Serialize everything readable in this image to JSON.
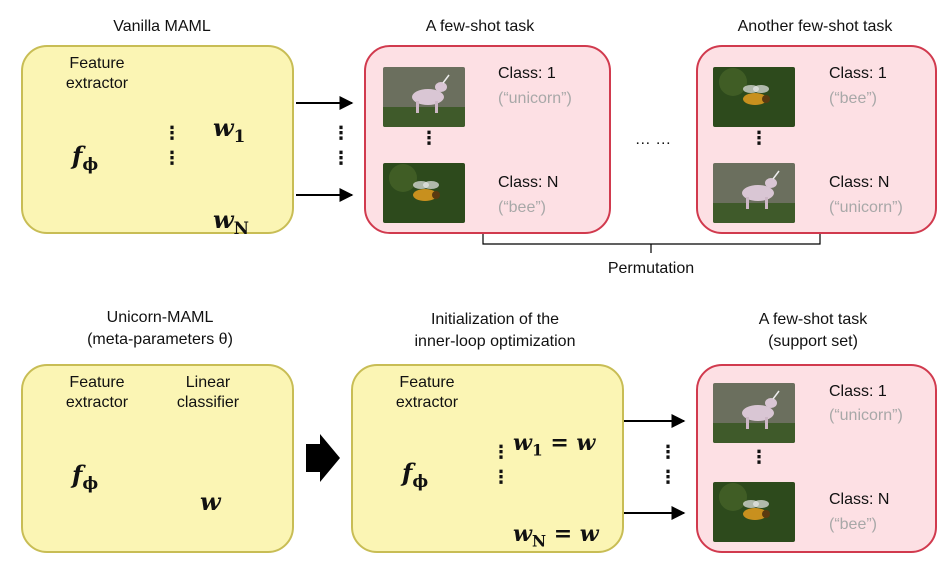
{
  "top": {
    "vanilla_title": "Vanilla MAML",
    "feature_extractor": "Feature extractor",
    "f_symbol": "f",
    "f_sub": "ϕ",
    "w1_symbol": "w",
    "w1_sub": "1",
    "wN_symbol": "w",
    "wN_sub": "N",
    "task1_title": "A few-shot task",
    "task2_title": "Another few-shot task",
    "task1": [
      {
        "class_label": "Class: 1",
        "name": "(“unicorn”)",
        "image": "unicorn-image"
      },
      {
        "class_label": "Class: N",
        "name": "(“bee”)",
        "image": "bee-image"
      }
    ],
    "task2": [
      {
        "class_label": "Class: 1",
        "name": "(“bee”)",
        "image": "bee-image"
      },
      {
        "class_label": "Class: N",
        "name": "(“unicorn”)",
        "image": "unicorn-image"
      }
    ],
    "ellipsis_between": "… …",
    "permutation": "Permutation"
  },
  "bottom": {
    "unicorn_title_1": "Unicorn-MAML",
    "unicorn_title_2": "(meta-parameters θ)",
    "feature_extractor": "Feature extractor",
    "linear_classifier": "Linear classifier",
    "w_symbol": "w",
    "init_title_1": "Initialization of the",
    "init_title_2": "inner-loop optimization",
    "init_feature_extractor": "Feature extractor",
    "w1_eq": "= w",
    "wN_eq": "= w",
    "task_title_1": "A few-shot task",
    "task_title_2": "(support set)",
    "task": [
      {
        "class_label": "Class: 1",
        "name": "(“unicorn”)",
        "image": "unicorn-image"
      },
      {
        "class_label": "Class: N",
        "name": "(“bee”)",
        "image": "bee-image"
      }
    ]
  },
  "colors": {
    "yellow_fill": "#fbf5b4",
    "pink_fill": "#fde0e4",
    "pink_border": "#d13a4e",
    "trapezoid_fill": "#a4ade0",
    "bar_fill": "#c6f1d6",
    "bar_border": "#2e9a4e"
  }
}
